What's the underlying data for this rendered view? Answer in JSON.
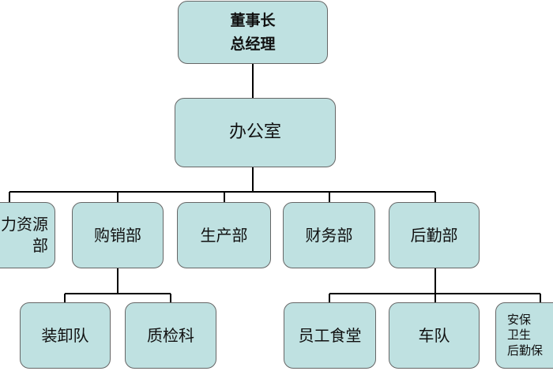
{
  "org_chart": {
    "top": {
      "lines": [
        "董事长",
        "总经理"
      ]
    },
    "office": {
      "lines": [
        "办公室"
      ]
    },
    "departments": [
      {
        "id": "hr",
        "lines": [
          "力资源",
          "部"
        ]
      },
      {
        "id": "purchase",
        "lines": [
          "购销部"
        ]
      },
      {
        "id": "production",
        "lines": [
          "生产部"
        ]
      },
      {
        "id": "finance",
        "lines": [
          "财务部"
        ]
      },
      {
        "id": "logistics",
        "lines": [
          "后勤部"
        ]
      }
    ],
    "sub_units": [
      {
        "id": "loading",
        "parent": "purchase",
        "lines": [
          "装卸队"
        ]
      },
      {
        "id": "qc",
        "parent": "purchase",
        "lines": [
          "质检科"
        ]
      },
      {
        "id": "canteen",
        "parent": "logistics",
        "lines": [
          "员工食堂"
        ]
      },
      {
        "id": "fleet",
        "parent": "logistics",
        "lines": [
          "车队"
        ]
      },
      {
        "id": "security",
        "parent": "logistics",
        "lines": [
          "安保",
          "卫生",
          "后勤保"
        ]
      }
    ]
  },
  "colors": {
    "box_fill": "#bfe1e1",
    "box_border": "#666666",
    "connector": "#000000",
    "text": "#111111"
  }
}
